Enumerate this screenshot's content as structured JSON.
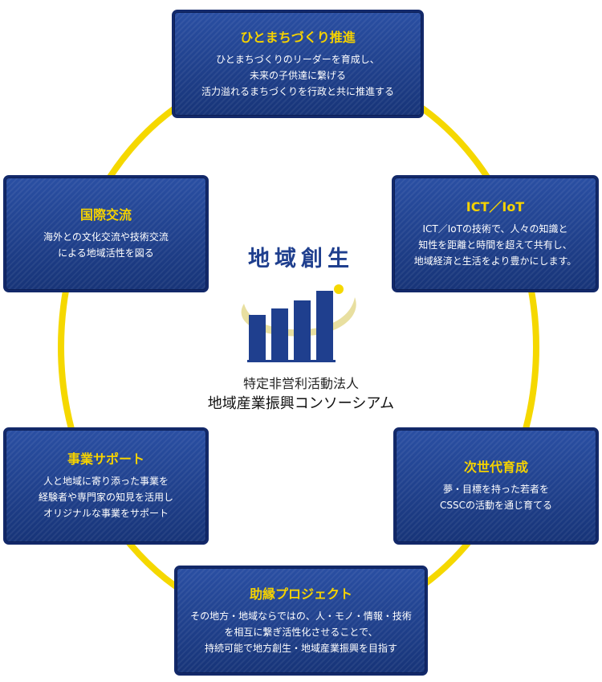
{
  "center": {
    "title": "地域創生",
    "org_type": "特定非営利活動法人",
    "org_name": "地域産業振興コンソーシアム"
  },
  "colors": {
    "ring": "#f5d800",
    "card_blue": "#1f3f8e",
    "title_yellow": "#f5d200",
    "logo_gold": "#e8dfa0"
  },
  "cards": {
    "top": {
      "title": "ひとまちづくり推進",
      "desc": "ひとまちづくりのリーダーを育成し、\n未来の子供達に繋げる\n活力溢れるまちづくりを行政と共に推進する"
    },
    "top_left": {
      "title": "国際交流",
      "desc": "海外との文化交流や技術交流\nによる地域活性を図る"
    },
    "top_right": {
      "title": "ICT／IoT",
      "desc": "ICT／IoTの技術で、人々の知識と\n知性を距離と時間を超えて共有し、\n地域経済と生活をより豊かにします。"
    },
    "bottom_left": {
      "title": "事業サポート",
      "desc": "人と地域に寄り添った事業を\n経験者や専門家の知見を活用し\nオリジナルな事業をサポート"
    },
    "bottom_right": {
      "title": "次世代育成",
      "desc": "夢・目標を持った若者を\nCSSCの活動を通じ育てる"
    },
    "bottom": {
      "title": "助縁プロジェクト",
      "desc": "その地方・地域ならではの、人・モノ・情報・技術\nを相互に繋ぎ活性化させることで、\n持続可能で地方創生・地域産業振興を目指す"
    }
  }
}
